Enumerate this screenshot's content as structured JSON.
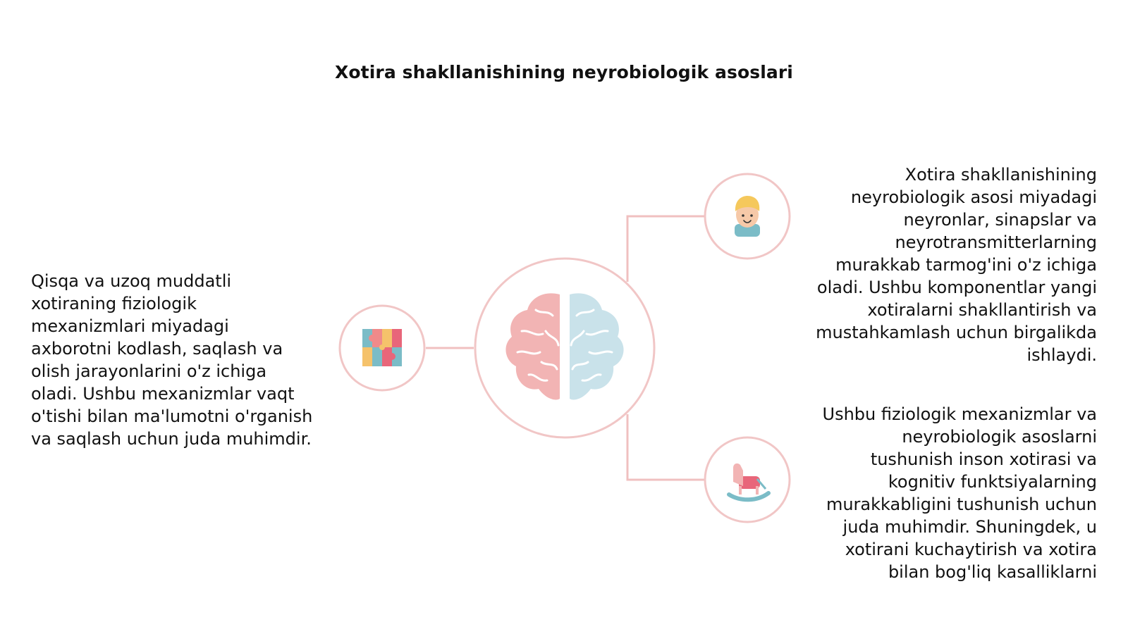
{
  "title": "Xotira shakllanishining neyrobiologik asoslari",
  "paragraphs": {
    "left": "Qisqa va uzoq muddatli xotiraning fiziologik mexanizmlari miyadagi axborotni kodlash, saqlash va olish jarayonlarini o'z ichiga oladi. Ushbu mexanizmlar vaqt o'tishi bilan ma'lumotni o'rganish va saqlash uchun juda muhimdir.",
    "right_top": "Xotira shakllanishining neyrobiologik asosi miyadagi neyronlar, sinapslar va neyrotransmitterlarning murakkab tarmog'ini o'z ichiga oladi. Ushbu komponentlar yangi xotiralarni shakllantirish va mustahkamlash uchun birgalikda ishlaydi.",
    "right_bottom": "Ushbu fiziologik mexanizmlar va neyrobiologik asoslarni tushunish inson xotirasi va kognitiv funktsiyalarning murakkabligini tushunish uchun juda muhimdir. Shuningdek, u xotirani kuchaytirish va xotira bilan bog'liq kasalliklarni"
  },
  "icons": {
    "center": "brain-icon",
    "left": "puzzle-icon",
    "top_right": "child-face-icon",
    "bottom_right": "rocking-horse-icon"
  },
  "colors": {
    "ring": "#f1c6c6",
    "connector": "#f0c0c0",
    "brain_left": "#f2b4b4",
    "brain_right": "#c9e2ea",
    "text": "#111111"
  }
}
